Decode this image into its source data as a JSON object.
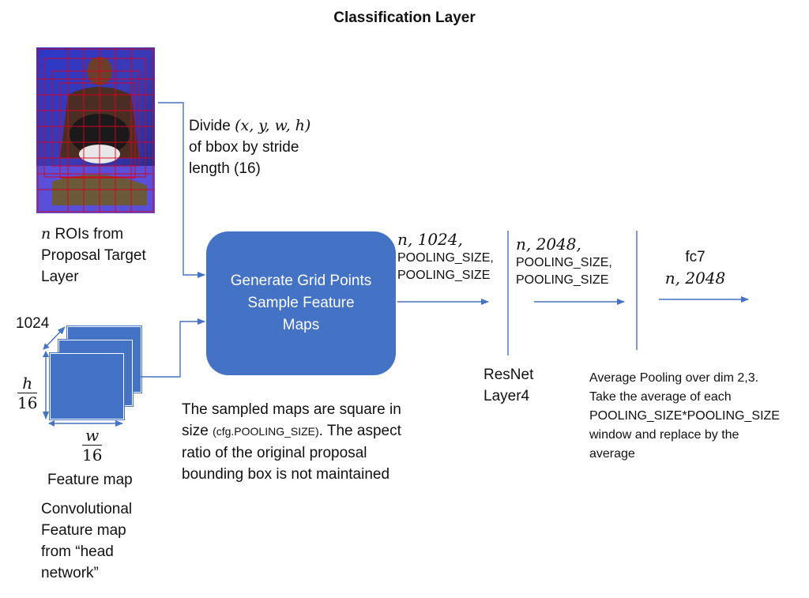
{
  "title": "Classification Layer",
  "roi_label": {
    "var": "n",
    "line1": " ROIs from",
    "line2": "Proposal Target",
    "line3": "Layer"
  },
  "divide_text": {
    "line1a": "Divide ",
    "line1b": "(x, y, w, h)",
    "line2": "of bbox by stride",
    "line3": "length (16)"
  },
  "box_text": {
    "line1": "Generate Grid Points",
    "line2": "Sample Feature",
    "line3": "Maps"
  },
  "out1": {
    "line1": "n, 1024,",
    "line2": "POOLING_SIZE,",
    "line3": "POOLING_SIZE"
  },
  "out2": {
    "line1": "n, 2048,",
    "line2": "POOLING_SIZE,",
    "line3": "POOLING_SIZE"
  },
  "out3": {
    "line1": "fc7",
    "line2": "n, 2048"
  },
  "resnet_label": {
    "line1": "ResNet",
    "line2": "Layer4"
  },
  "feature_map": {
    "depth_label": "1024",
    "h_num": "h",
    "h_den": "16",
    "w_num": "w",
    "w_den": "16",
    "caption": "Feature map",
    "desc1": "Convolutional",
    "desc2": "Feature map",
    "desc3": "from “head",
    "desc4": "network”"
  },
  "sampled_note": {
    "line1": "The sampled maps are square in",
    "line2a": "size ",
    "line2b": "(cfg.POOLING_SIZE)",
    "line2c": ". The aspect",
    "line3": "ratio of the original proposal",
    "line4": "bounding box is not maintained"
  },
  "avg_pool_note": {
    "line1": "Average Pooling over dim 2,3.",
    "line2": "Take the average of each",
    "line3": "POOLING_SIZE*POOLING_SIZE",
    "line4": "window and replace by the",
    "line5": "average"
  },
  "colors": {
    "accent": "#4472c4",
    "grid": "#e0001b",
    "line": "#4472c4"
  }
}
